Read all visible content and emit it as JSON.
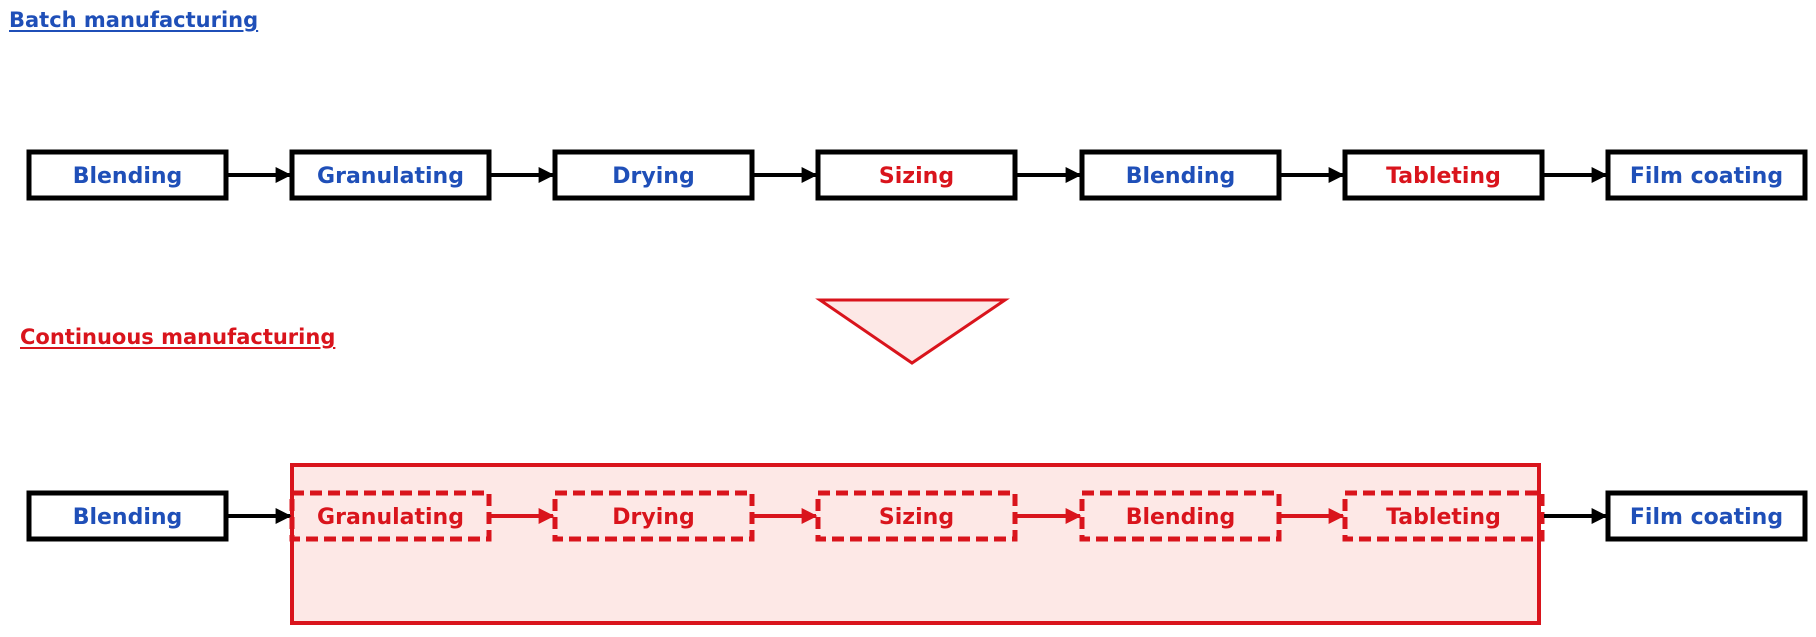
{
  "batch": {
    "title": "Batch manufacturing",
    "steps": [
      {
        "label": "Blending",
        "color": "blue"
      },
      {
        "label": "Granulating",
        "color": "blue"
      },
      {
        "label": "Drying",
        "color": "blue"
      },
      {
        "label": "Sizing",
        "color": "red"
      },
      {
        "label": "Blending",
        "color": "blue"
      },
      {
        "label": "Tableting",
        "color": "red"
      },
      {
        "label": "Film coating",
        "color": "blue"
      }
    ]
  },
  "continuous": {
    "title": "Continuous manufacturing",
    "steps": [
      {
        "label": "Blending",
        "color": "blue",
        "style": "solid"
      },
      {
        "label": "Granulating",
        "color": "red",
        "style": "dashed"
      },
      {
        "label": "Drying",
        "color": "red",
        "style": "dashed"
      },
      {
        "label": "Sizing",
        "color": "red",
        "style": "dashed"
      },
      {
        "label": "Blending",
        "color": "red",
        "style": "dashed"
      },
      {
        "label": "Tableting",
        "color": "red",
        "style": "dashed"
      },
      {
        "label": "Film coating",
        "color": "blue",
        "style": "solid"
      }
    ]
  },
  "colors": {
    "blue": "#1f4fb8",
    "red": "#d9141c",
    "integrated_fill": "#fde8e6",
    "box_border": "#000000"
  }
}
